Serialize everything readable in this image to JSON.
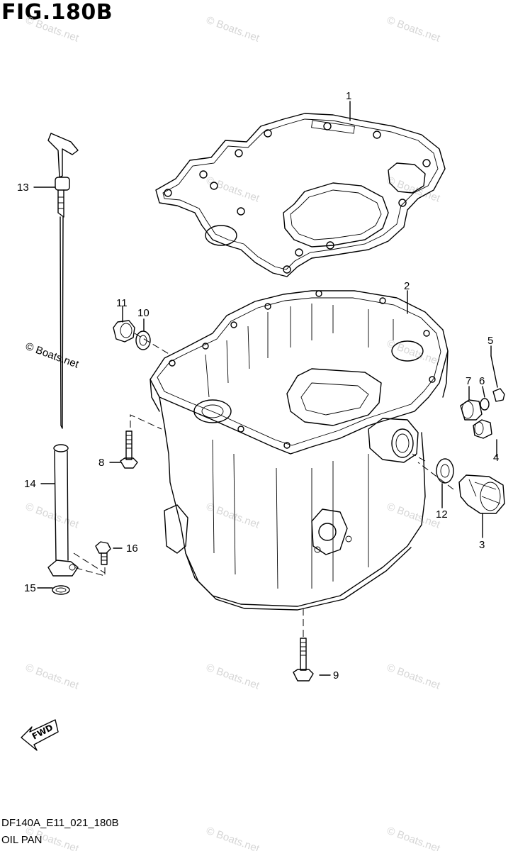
{
  "figure": {
    "title": "FIG.180B",
    "code": "DF140A_E11_021_180B",
    "name": "OIL PAN"
  },
  "watermark": "© Boats.net",
  "fwd_arrow_label": "FWD",
  "callouts": [
    "1",
    "2",
    "3",
    "4",
    "5",
    "6",
    "7",
    "8",
    "9",
    "10",
    "11",
    "12",
    "13",
    "14",
    "15",
    "16"
  ]
}
